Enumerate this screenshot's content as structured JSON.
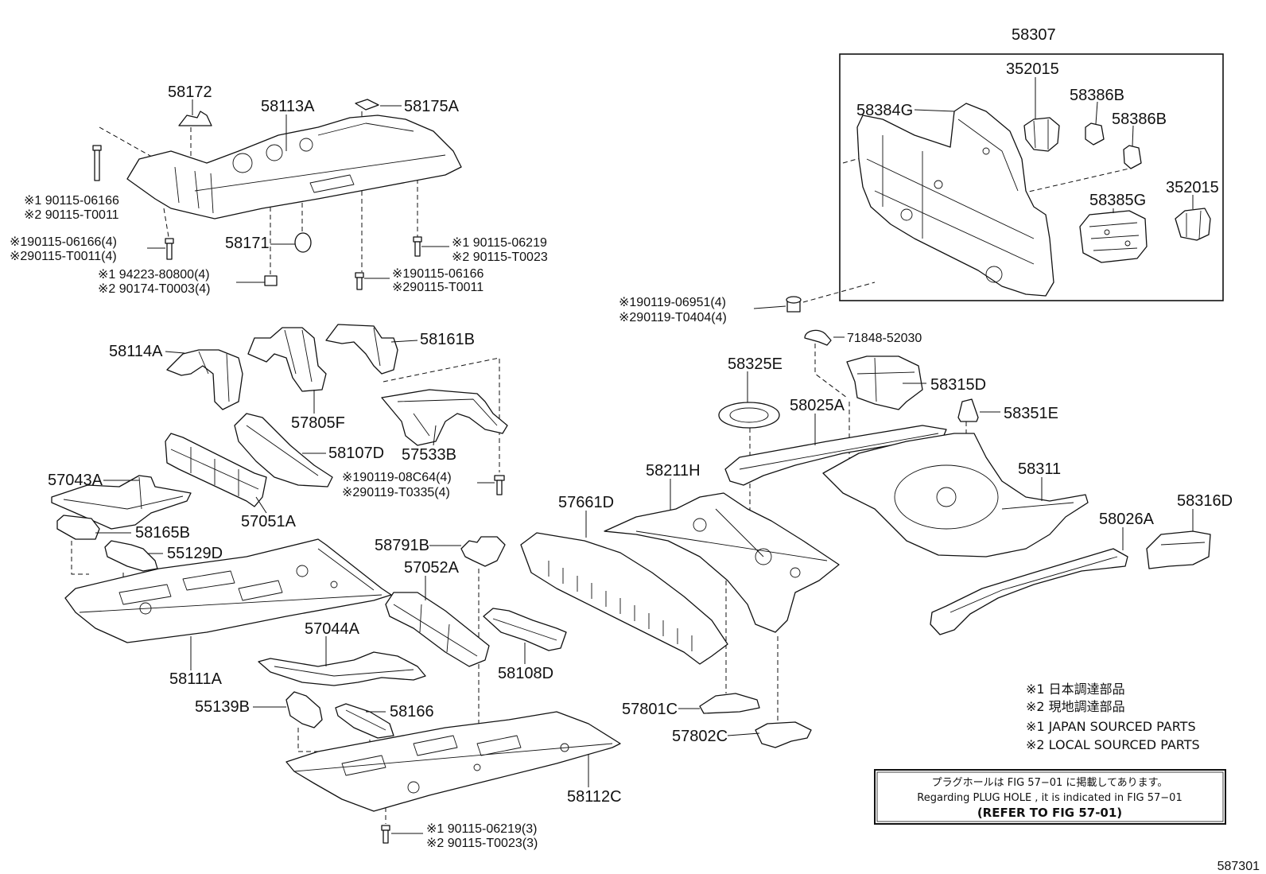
{
  "part_callouts": [
    "58307",
    "352015",
    "58386B",
    "58386B",
    "58384G",
    "58385G",
    "352015",
    "58172",
    "58113A",
    "58175A",
    "58171",
    "58114A",
    "58161B",
    "57805F",
    "58107D",
    "57533B",
    "57043A",
    "57051A",
    "58165B",
    "55129D",
    "58791B",
    "57052A",
    "58111A",
    "57044A",
    "58108D",
    "55139B",
    "58166",
    "58112C",
    "58325E",
    "58315D",
    "58025A",
    "58351E",
    "58311",
    "58316D",
    "58026A",
    "58211H",
    "57661D",
    "57801C",
    "57802C",
    "71848-52030"
  ],
  "fastener_callouts": [
    {
      "line1": "※1 90115-06166",
      "line2": "※2 90115-T0011"
    },
    {
      "line1": "※190115-06166(4)",
      "line2": "※290115-T0011(4)"
    },
    {
      "line1": "※1 94223-80800(4)",
      "line2": "※2 90174-T0003(4)"
    },
    {
      "line1": "※1 90115-06219",
      "line2": "※2 90115-T0023"
    },
    {
      "line1": "※190115-06166",
      "line2": "※290115-T0011"
    },
    {
      "line1": "※190119-08C64(4)",
      "line2": "※290119-T0335(4)"
    },
    {
      "line1": "※1 90115-06219(3)",
      "line2": "※2 90115-T0023(3)"
    },
    {
      "line1": "※190119-06951(4)",
      "line2": "※290119-T0404(4)"
    }
  ],
  "legend": [
    "※1 日本調達部品",
    "※2 現地調達部品",
    "※1 JAPAN SOURCED PARTS",
    "※2 LOCAL SOURCED PARTS"
  ],
  "notice": {
    "jp": "プラグホールは FIG 57−01 に掲載してあります。",
    "en": "Regarding  PLUG  HOLE , it is indicated in  FIG  57−01",
    "ref": "(REFER TO FIG 57-01)"
  },
  "figure_code": "587301"
}
